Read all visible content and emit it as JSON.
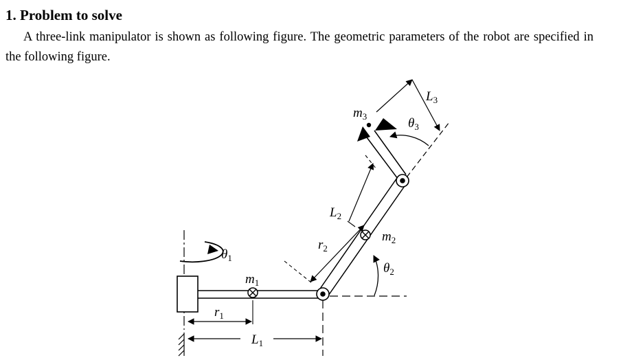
{
  "section": {
    "heading": "1. Problem to solve",
    "paragraph": "A three-link manipulator is shown as following figure. The geometric parameters of the robot are specified in the following figure."
  },
  "figure": {
    "labels": {
      "theta1": "θ",
      "theta1_sub": "1",
      "m1": "m",
      "m1_sub": "1",
      "r1": "r",
      "r1_sub": "1",
      "L1": "L",
      "L1_sub": "1",
      "L2": "L",
      "L2_sub": "2",
      "r2": "r",
      "r2_sub": "2",
      "m2": "m",
      "m2_sub": "2",
      "theta2": "θ",
      "theta2_sub": "2",
      "m3": "m",
      "m3_sub": "3",
      "theta3": "θ",
      "theta3_sub": "3",
      "L3": "L",
      "L3_sub": "3"
    },
    "colors": {
      "ink": "#000000",
      "paper": "#ffffff"
    }
  }
}
